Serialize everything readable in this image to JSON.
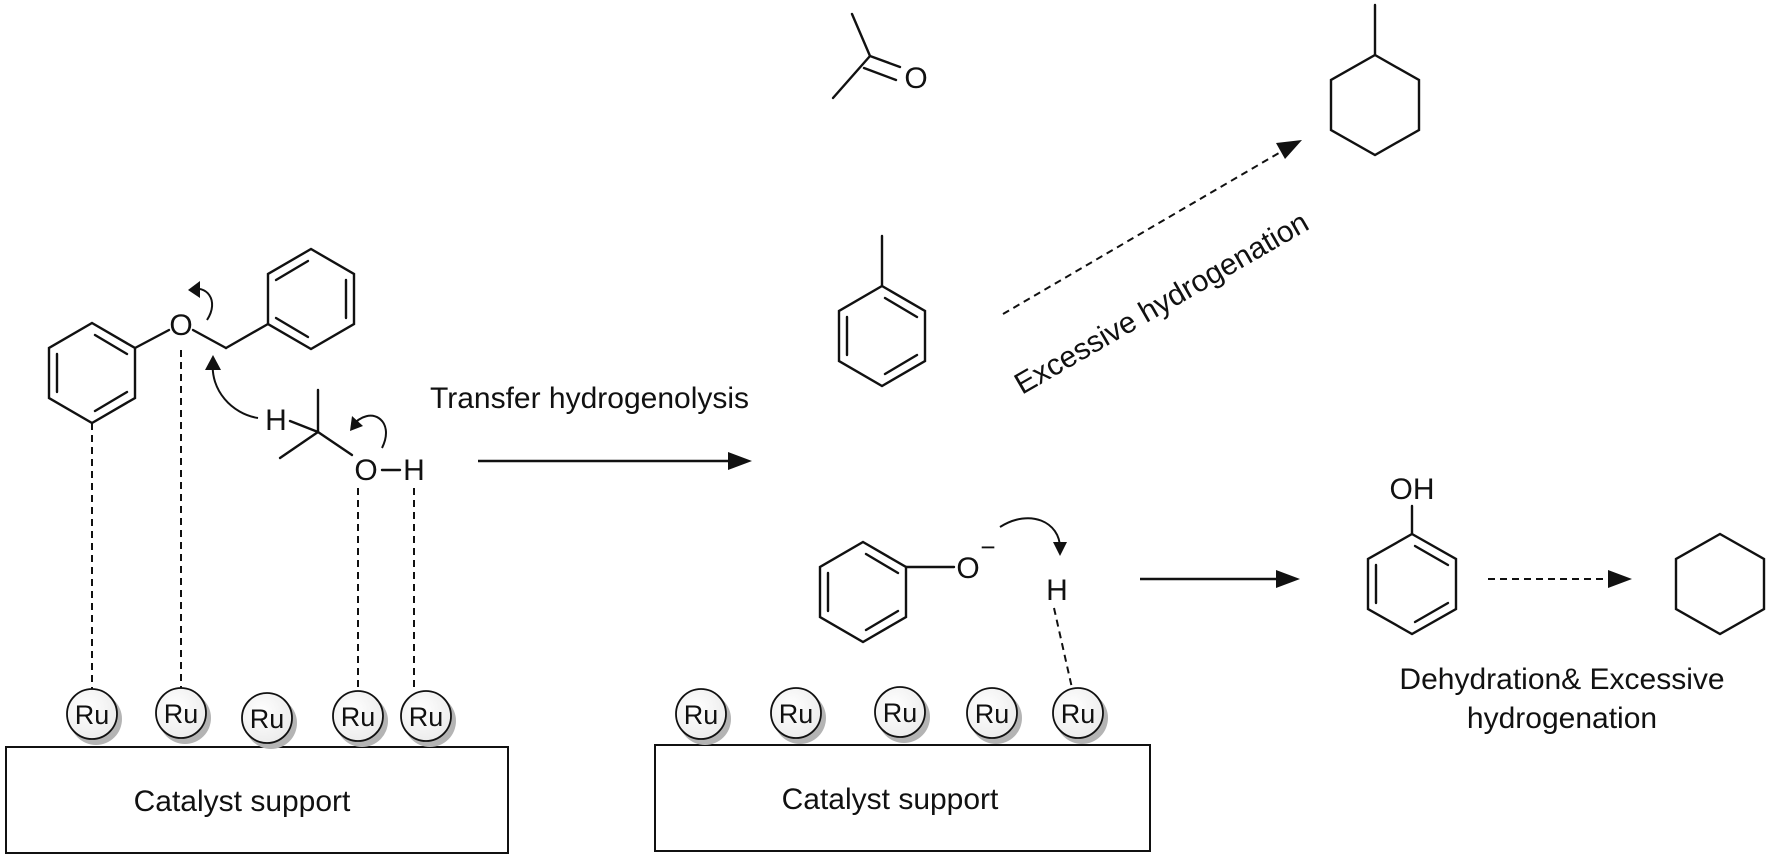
{
  "supports": {
    "left_label": "Catalyst support",
    "right_label": "Catalyst support"
  },
  "metal_label": "Ru",
  "atoms": {
    "ether_oxygen": "O",
    "ipa_hydrogen_c": "H",
    "ipa_oxygen": "O",
    "ipa_hydrogen_o": "H",
    "acetone_oxygen": "O",
    "phenoxide_oxygen": "O",
    "phenoxide_charge": "−",
    "surface_hydrogen": "H",
    "phenol_oh": "OH"
  },
  "labels": {
    "transfer": "Transfer hydrogenolysis",
    "excessive": "Excessive hydrogenation",
    "dehydration_line1": "Dehydration& Excessive",
    "dehydration_line2": "hydrogenation"
  }
}
